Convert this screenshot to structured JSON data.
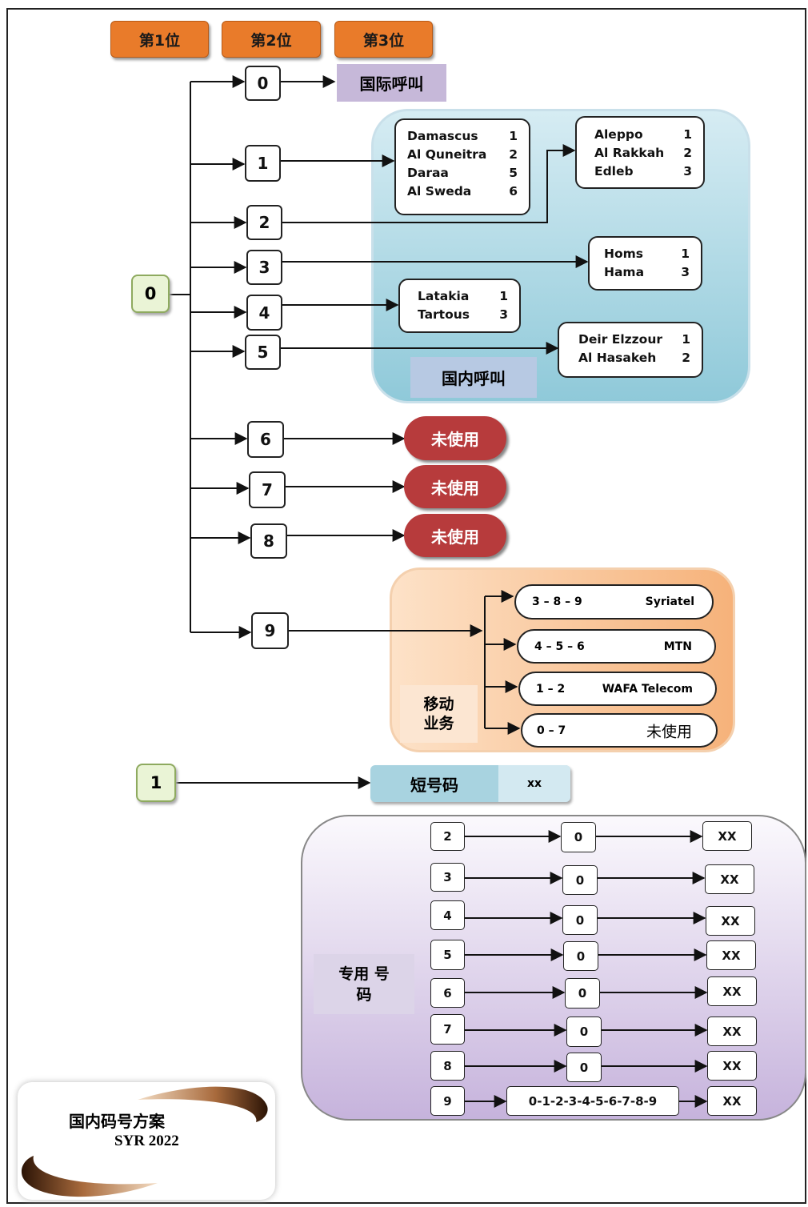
{
  "headers": [
    "第1位",
    "第2位",
    "第3位"
  ],
  "root_digits": [
    "0",
    "1"
  ],
  "second_digits": [
    "0",
    "1",
    "2",
    "3",
    "4",
    "5",
    "6",
    "7",
    "8",
    "9"
  ],
  "international_label": "国际呼叫",
  "domestic": {
    "label": "国内呼叫",
    "groups": [
      {
        "rows": [
          [
            "Damascus",
            "1"
          ],
          [
            "Al Quneitra",
            "2"
          ],
          [
            "Daraa",
            "5"
          ],
          [
            "Al Sweda",
            "6"
          ]
        ]
      },
      {
        "rows": [
          [
            "Aleppo",
            "1"
          ],
          [
            "Al Rakkah",
            "2"
          ],
          [
            "Edleb",
            "3"
          ]
        ]
      },
      {
        "rows": [
          [
            "Homs",
            "1"
          ],
          [
            "Hama",
            "3"
          ]
        ]
      },
      {
        "rows": [
          [
            "Latakia",
            "1"
          ],
          [
            "Tartous",
            "3"
          ]
        ]
      },
      {
        "rows": [
          [
            "Deir Elzzour",
            "1"
          ],
          [
            "Al Hasakeh",
            "2"
          ]
        ]
      }
    ]
  },
  "unused_label": "未使用",
  "mobile": {
    "label": "移动 业务",
    "operators": [
      {
        "code": "3 – 8 – 9",
        "name": "Syriatel"
      },
      {
        "code": "4 – 5 – 6",
        "name": "MTN"
      },
      {
        "code": "1 – 2",
        "name": "WAFA Telecom"
      },
      {
        "code": "0 – 7",
        "name": "未使用"
      }
    ]
  },
  "short_code": {
    "label": "短号码",
    "suffix": "xx"
  },
  "special": {
    "label": "专用 号码",
    "rows": [
      {
        "d1": "2",
        "d2": "0",
        "end": "XX"
      },
      {
        "d1": "3",
        "d2": "0",
        "end": "XX"
      },
      {
        "d1": "4",
        "d2": "0",
        "end": "XX"
      },
      {
        "d1": "5",
        "d2": "0",
        "end": "XX"
      },
      {
        "d1": "6",
        "d2": "0",
        "end": "XX"
      },
      {
        "d1": "7",
        "d2": "0",
        "end": "XX"
      },
      {
        "d1": "8",
        "d2": "0",
        "end": "XX"
      },
      {
        "d1": "9",
        "d2": "0-1-2-3-4-5-6-7-8-9",
        "end": "XX"
      }
    ]
  },
  "logo": {
    "title": "国内码号方案",
    "subtitle": "SYR 2022"
  }
}
